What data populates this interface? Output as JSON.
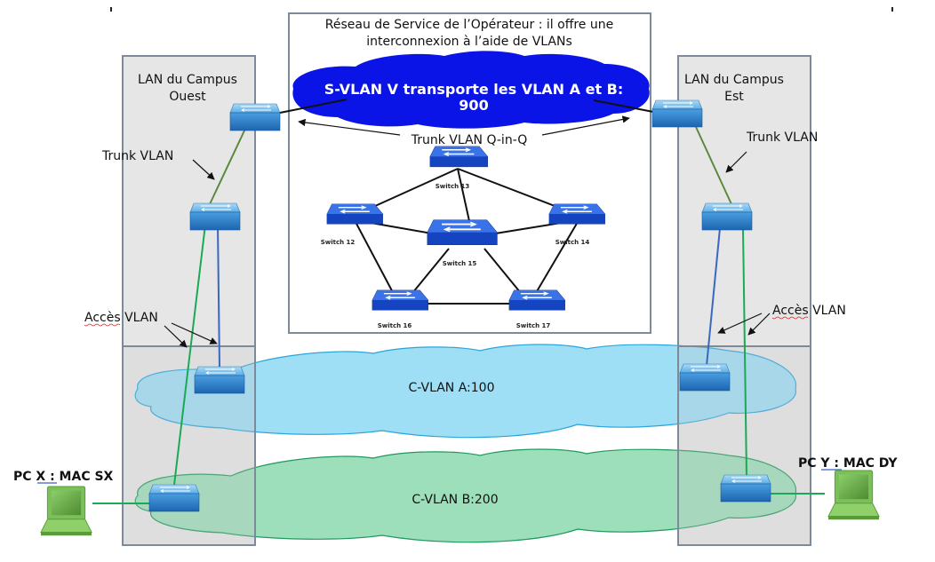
{
  "operator_network": {
    "title_line1": "Réseau de Service de l’Opérateur : il offre une",
    "title_line2": "interconnexion  à l’aide de VLANs",
    "svlan_line1": "S-VLAN V transporte les VLAN A et B:",
    "svlan_line2": "900",
    "trunk_qinq_label": "Trunk VLAN Q-in-Q",
    "switches": [
      "Switch 13",
      "Switch 12",
      "Switch 14",
      "Switch 15",
      "Switch 16",
      "Switch 17"
    ]
  },
  "campus_west": {
    "title_line1": "LAN du Campus",
    "title_line2": "Ouest",
    "trunk_label": "Trunk VLAN",
    "access_label": "Accès VLAN"
  },
  "campus_east": {
    "title_line1": "LAN du Campus",
    "title_line2": "Est",
    "trunk_label": "Trunk VLAN",
    "access_label": "Accès VLAN"
  },
  "cvlans": {
    "a_label": "C-VLAN  A:100",
    "b_label": "C-VLAN  B:200"
  },
  "hosts": {
    "pc_x": "PC X : MAC SX",
    "pc_y": "PC Y : MAC DY"
  },
  "colors": {
    "svlan_cloud": "#0a14e6",
    "cvlan_a_cloud": "#93dbf5",
    "cvlan_b_cloud": "#93dcb4",
    "campus_box": "#e6e6e6",
    "trunk_line": "#5a8a3c",
    "access_green": "#1aaa55",
    "access_blue": "#3a68c0",
    "switch_blue": "#2a7ac8",
    "laptop_green": "#7cc05a"
  }
}
